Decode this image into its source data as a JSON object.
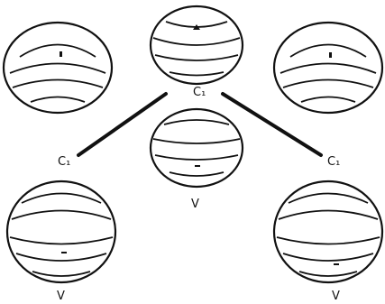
{
  "diagram": {
    "labels": {
      "center_top": "C₁",
      "left": "C₁",
      "right": "C₁",
      "center_bottom": "V",
      "bottom_left": "V",
      "bottom_right": "V"
    }
  }
}
